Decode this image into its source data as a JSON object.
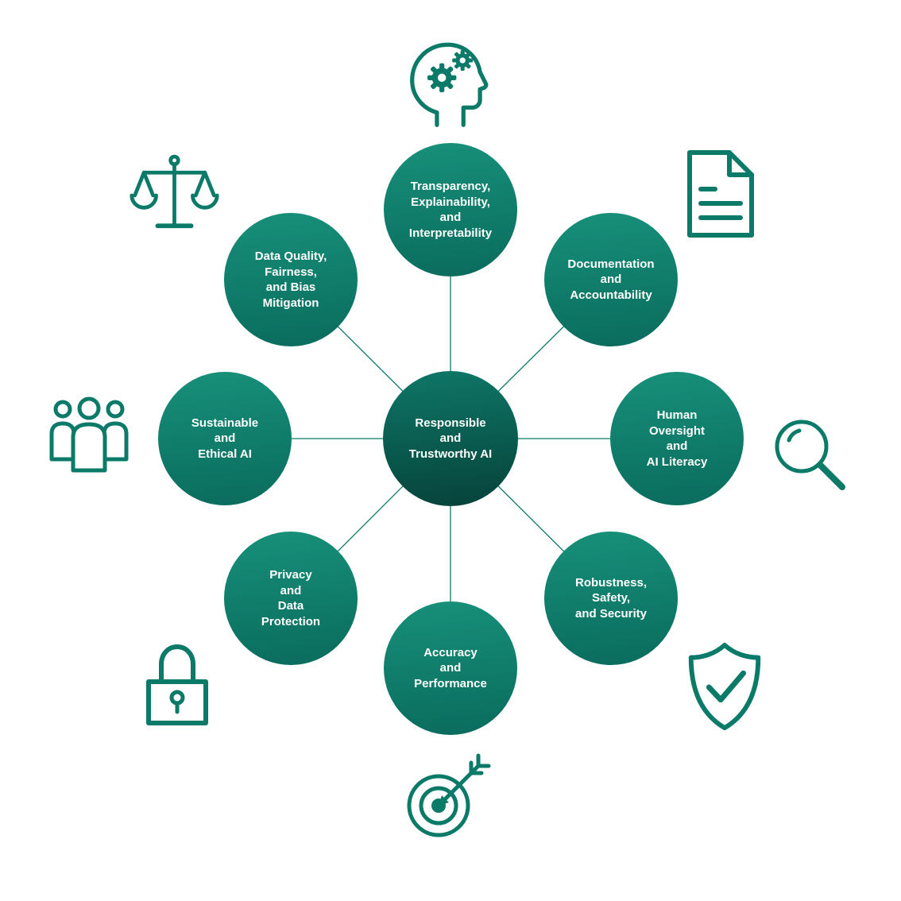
{
  "colors": {
    "background": "#ffffff",
    "node_gradient_start": "#17907a",
    "node_gradient_end": "#0a6b5d",
    "center_gradient_start": "#0e7767",
    "center_gradient_end": "#06423a",
    "icon_stroke": "#0c7a68",
    "line_color": "#0c7a68",
    "text_color": "#ffffff"
  },
  "center": {
    "label": "Responsible\nand\nTrustworthy AI"
  },
  "nodes": [
    {
      "id": "transparency",
      "label": "Transparency,\nExplainability,\nand\nInterpretability"
    },
    {
      "id": "documentation",
      "label": "Documentation\nand\nAccountability"
    },
    {
      "id": "human-oversight",
      "label": "Human\nOversight\nand\nAI Literacy"
    },
    {
      "id": "robustness",
      "label": "Robustness,\nSafety,\nand Security"
    },
    {
      "id": "accuracy",
      "label": "Accuracy\nand\nPerformance"
    },
    {
      "id": "privacy",
      "label": "Privacy\nand\nData\nProtection"
    },
    {
      "id": "sustainable",
      "label": "Sustainable\nand\nEthical AI"
    },
    {
      "id": "data-quality",
      "label": "Data Quality,\nFairness,\nand Bias\nMitigation"
    }
  ],
  "icons": [
    {
      "name": "head-gears-icon"
    },
    {
      "name": "document-icon"
    },
    {
      "name": "scales-icon"
    },
    {
      "name": "magnifier-icon"
    },
    {
      "name": "people-icon"
    },
    {
      "name": "lock-icon"
    },
    {
      "name": "shield-check-icon"
    },
    {
      "name": "target-arrow-icon"
    }
  ]
}
